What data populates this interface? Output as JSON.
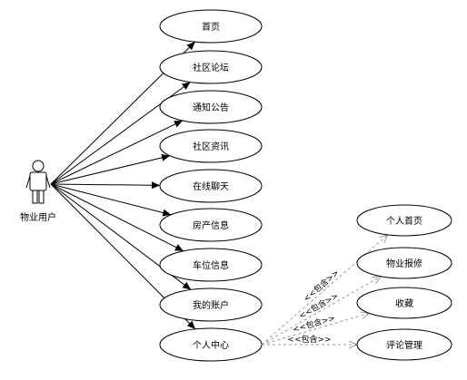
{
  "diagram": {
    "type": "use-case",
    "actor": {
      "label": "物业用户",
      "icon": "person-icon"
    },
    "use_cases": [
      {
        "id": "home",
        "label": "首页"
      },
      {
        "id": "forum",
        "label": "社区论坛"
      },
      {
        "id": "notice",
        "label": "通知公告"
      },
      {
        "id": "news",
        "label": "社区资讯"
      },
      {
        "id": "chat",
        "label": "在线聊天"
      },
      {
        "id": "house",
        "label": "房产信息"
      },
      {
        "id": "parking",
        "label": "车位信息"
      },
      {
        "id": "account",
        "label": "我的账户"
      },
      {
        "id": "center",
        "label": "个人中心"
      }
    ],
    "included_use_cases": [
      {
        "id": "profile",
        "label": "个人首页"
      },
      {
        "id": "repair",
        "label": "物业报修"
      },
      {
        "id": "favorites",
        "label": "收藏"
      },
      {
        "id": "comments",
        "label": "评论管理"
      }
    ],
    "include_label": "<<包含>>",
    "colors": {
      "line": "#000000",
      "dashed": "#999999",
      "fill": "#ffffff",
      "actor_fill": "#ffffff"
    }
  }
}
